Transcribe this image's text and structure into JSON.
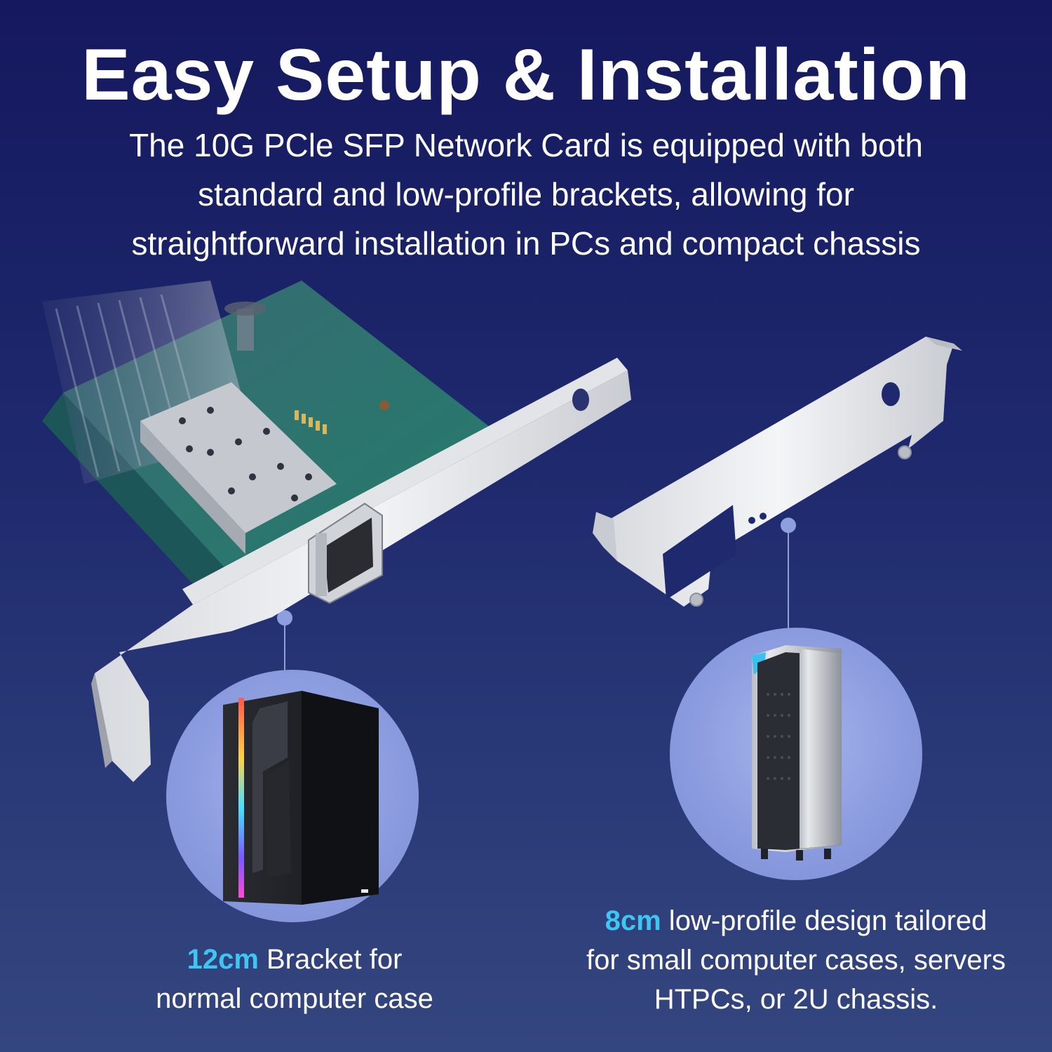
{
  "heading": {
    "title": "Easy Setup & Installation",
    "description_lines": [
      "The 10G PCle SFP Network Card is equipped with both",
      "standard and low-profile brackets, allowing for",
      "straightforward installation in PCs and compact chassis"
    ]
  },
  "left_callout": {
    "highlight": "12cm",
    "line1_rest": " Bracket for",
    "line2": "normal computer case"
  },
  "right_callout": {
    "highlight": "8cm",
    "line1_rest": " low-profile design tailored",
    "line2": "for small computer cases, servers",
    "line3": "HTPCs, or 2U chassis."
  },
  "colors": {
    "background_top": "#15185e",
    "background_bottom": "#34467f",
    "highlight": "#3ec6f2",
    "circle": "#8b9cdf"
  },
  "icons": [
    "network-card-illustration",
    "low-profile-bracket-illustration",
    "gaming-tower-case-illustration",
    "mini-server-case-illustration"
  ]
}
